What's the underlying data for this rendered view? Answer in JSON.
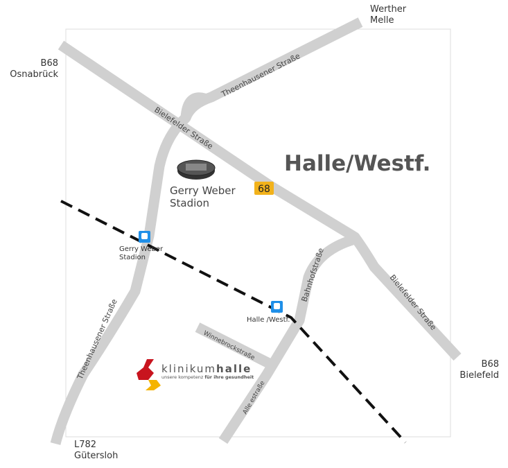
{
  "title": "Halle/Westf.",
  "stadium": {
    "line1": "Gerry Weber",
    "line2": "Stadion"
  },
  "road_badge": "68",
  "roads": {
    "bielefelder_upper": "Bielefelder Straße",
    "bielefelder_lower": "Bielefelder Straße",
    "theenhausener_upper": "Theenhausener Straße",
    "theenhausener_lower": "Theenhausener Straße",
    "bahnhof": "Bahnhofstraße",
    "winnebrock": "Winnebrockstraße",
    "alle": "Alle estraße"
  },
  "stations": [
    {
      "line1": "Gerry Weber",
      "line2": "Stadion"
    },
    {
      "line1": "Halle /Westf.",
      "line2": ""
    }
  ],
  "destinations": {
    "nw": {
      "line1": "B68",
      "line2": "Osnabrück"
    },
    "ne": {
      "line1": "Werther",
      "line2": "Melle"
    },
    "se": {
      "line1": "B68",
      "line2": "Bielefeld"
    },
    "sw": {
      "line1": "L782",
      "line2": "Gütersloh"
    }
  },
  "logo": {
    "name_light": "klinikum",
    "name_bold": "halle",
    "tagline_light": "unsere kompetenz ",
    "tagline_bold": "für ihre gesundheit"
  },
  "colors": {
    "road": "#d0d0d0",
    "badge": "#f2b21b",
    "station": "#1f8fe8",
    "logo_red": "#c8141e",
    "logo_yellow": "#f5b400"
  }
}
